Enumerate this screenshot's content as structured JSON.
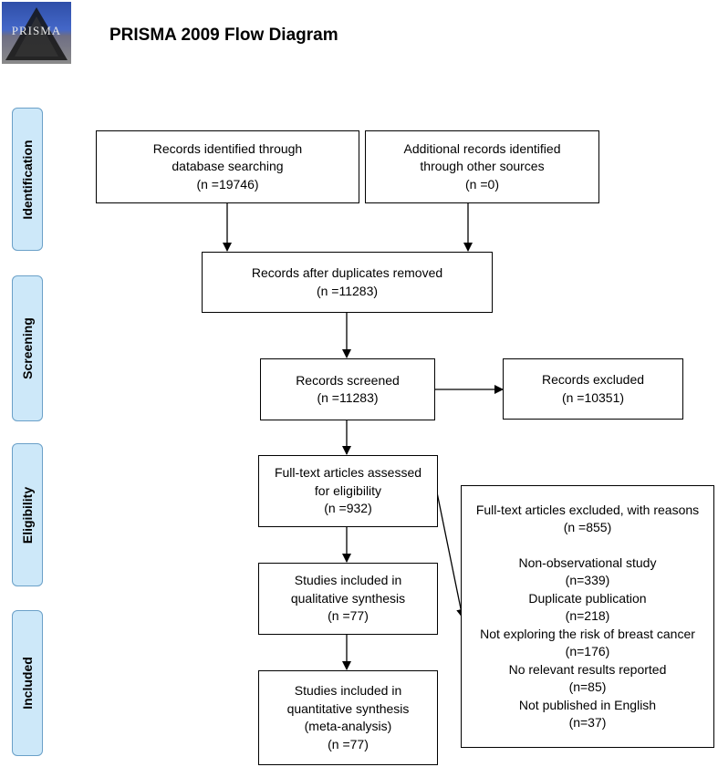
{
  "logo": {
    "text": "PRISMA"
  },
  "title": "PRISMA 2009 Flow Diagram",
  "stages": {
    "identification": "Identification",
    "screening": "Screening",
    "eligibility": "Eligibility",
    "included": "Included"
  },
  "boxes": {
    "db_search": {
      "line1": "Records identified through",
      "line2": "database searching",
      "count": "(n =19746)"
    },
    "other_sources": {
      "line1": "Additional records identified",
      "line2": "through other sources",
      "count": "(n =0)"
    },
    "dedup": {
      "line1": "Records after duplicates removed",
      "count": "(n =11283)"
    },
    "screened": {
      "line1": "Records screened",
      "count": "(n =11283)"
    },
    "excluded": {
      "line1": "Records excluded",
      "count": "(n =10351)"
    },
    "fulltext": {
      "line1": "Full-text articles assessed",
      "line2": "for eligibility",
      "count": "(n =932)"
    },
    "fulltext_excluded": {
      "header": "Full-text articles excluded, with reasons",
      "count": "(n =855)",
      "reasons": [
        {
          "label": "Non-observational study",
          "count": "(n=339)"
        },
        {
          "label": "Duplicate publication",
          "count": "(n=218)"
        },
        {
          "label": "Not exploring the risk of breast cancer",
          "count": "(n=176)"
        },
        {
          "label": "No relevant results reported",
          "count": "(n=85)"
        },
        {
          "label": "Not published in English",
          "count": "(n=37)"
        }
      ]
    },
    "qualitative": {
      "line1": "Studies included in",
      "line2": "qualitative synthesis",
      "count": "(n =77)"
    },
    "quantitative": {
      "line1": "Studies included in",
      "line2": "quantitative synthesis",
      "line3": "(meta-analysis)",
      "count": "(n =77)"
    }
  }
}
